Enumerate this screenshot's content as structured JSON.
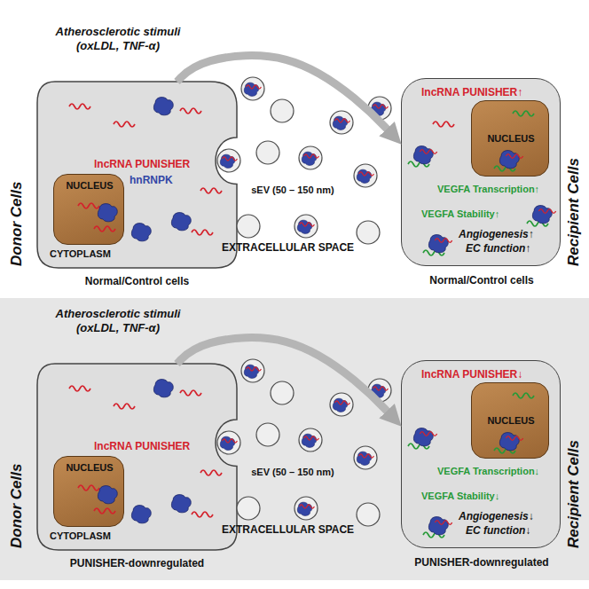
{
  "diagram": {
    "nodes": [
      {
        "text": [
          "Atherosclerotic stimuli (oxLDL, TNF-α)",
          "Donor Cells",
          "sEV (50 – 150 nm)",
          "EXTRACELLULAR SPACE",
          "Recipient Cells"
        ]
      },
      {
        "text": [
          "lncRNA PUNISHER",
          "hnRNPK",
          "CYTOPLASM",
          "Normal/Control cells"
        ],
        "in": 0
      },
      {
        "text": [
          "NUCLEUS"
        ],
        "in": 1
      },
      {
        "text": [
          "lncRNA PUNISHER↑",
          "VEGFA Transcription↑",
          "VEGFA Stability↑",
          "Angiogenesis↑",
          "EC function↑",
          "Normal/Control cells"
        ],
        "in": 0
      },
      {
        "text": [
          "NUCLEUS"
        ],
        "in": 3
      },
      {
        "text": [
          "Atherosclerotic stimuli (oxLDL, TNF-α)",
          "Donor Cells",
          "sEV (50 – 150 nm)",
          "EXTRACELLULAR SPACE",
          "Recipient Cells"
        ]
      },
      {
        "text": [
          "lncRNA PUNISHER",
          "CYTOPLASM",
          "PUNISHER-downregulated"
        ],
        "in": 5
      },
      {
        "text": [
          "NUCLEUS"
        ],
        "in": 6
      },
      {
        "text": [
          "lncRNA PUNISHER↓",
          "VEGFA Transcription↓",
          "VEGFA Stability↓",
          "Angiogenesis↓",
          "EC function↓",
          "PUNISHER-downregulated"
        ],
        "in": 5
      },
      {
        "text": [
          "NUCLEUS"
        ],
        "in": 8
      }
    ],
    "edges": [
      {
        "from": 1,
        "to": 3,
        "arrow": "to"
      },
      {
        "from": 6,
        "to": 8,
        "arrow": "to"
      }
    ]
  }
}
